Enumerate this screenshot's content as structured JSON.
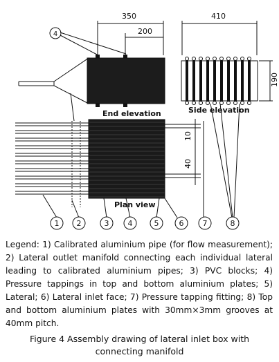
{
  "dimensions": {
    "top_overall": "350",
    "top_partial": "200",
    "side_width": "410",
    "side_height": "190",
    "pitch_small": "10",
    "pitch_large": "40"
  },
  "view_labels": {
    "end_elevation": "End elevation",
    "side_elevation": "Side elevation",
    "plan_view": "Plan view"
  },
  "callouts": {
    "top": "4",
    "bottom": [
      "1",
      "2",
      "3",
      "4",
      "5",
      "6",
      "7",
      "8"
    ],
    "right": "8"
  },
  "legend": "Legend: 1) Calibrated aluminium pipe (for flow measurement); 2) Lateral outlet manifold connecting each individual lateral leading to calibrated aluminium pipes; 3) PVC blocks; 4) Pressure tappings in top and bottom aluminium plates; 5) Lateral; 6) Lateral inlet face; 7) Pressure tapping fitting; 8) Top and bottom aluminium plates with 30mm×3mm grooves at 40mm pitch.",
  "caption": "Figure 4 Assembly drawing of lateral inlet box with connecting manifold"
}
